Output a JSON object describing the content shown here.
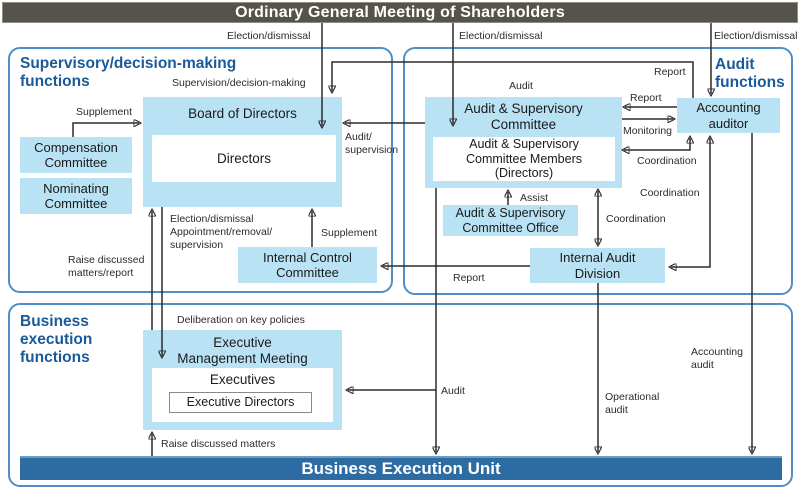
{
  "header": {
    "title": "Ordinary General Meeting of Shareholders"
  },
  "sections": {
    "supervisory": {
      "title": "Supervisory/decision-making\nfunctions"
    },
    "audit": {
      "title": "Audit\nfunctions"
    },
    "business": {
      "title": "Business\nexecution\nfunctions"
    }
  },
  "nodes": {
    "board": "Board of Directors",
    "directors": "Directors",
    "compensation": "Compensation\nCommittee",
    "nominating": "Nominating\nCommittee",
    "internal_control": "Internal Control\nCommittee",
    "asc": "Audit & Supervisory\nCommittee",
    "asc_members": "Audit & Supervisory\nCommittee Members\n(Directors)",
    "asc_office": "Audit & Supervisory\nCommittee Office",
    "internal_audit": "Internal Audit\nDivision",
    "accounting_auditor": "Accounting\nauditor",
    "emm": "Executive\nManagement Meeting",
    "executives": "Executives",
    "executive_directors": "Executive Directors",
    "beu": "Business Execution Unit"
  },
  "labels": {
    "election_dismissal_board": "Election/dismissal",
    "election_dismissal_asc": "Election/dismissal",
    "election_dismissal_auditor": "Election/dismissal",
    "supervision_decision_making": "Supervision/decision-making",
    "supplement_compensation": "Supplement",
    "audit_supervision": "Audit/\nsupervision",
    "election_appointment": "Election/dismissal\nAppointment/removal/\nsupervision",
    "supplement_icc": "Supplement",
    "raise_matters_report": "Raise discussed\nmatters/report",
    "audit_asc": "Audit",
    "report_auditor_board": "Report",
    "report_auditor_asc": "Report",
    "monitoring": "Monitoring",
    "coordination_auditor_asc": "Coordination",
    "coordination_auditor_iad": "Coordination",
    "coordination_asc_iad": "Coordination",
    "assist": "Assist",
    "report_iad_icc": "Report",
    "deliberation": "Deliberation on key policies",
    "raise_matters": "Raise discussed matters",
    "audit_exec": "Audit",
    "operational_audit": "Operational\naudit",
    "accounting_audit": "Accounting\naudit"
  },
  "colors": {
    "top_bar": "#56544a",
    "node_fill": "#b9e3f4",
    "section_border": "#4e8fc5",
    "section_title_text": "#1a5a9a",
    "beu_bar": "#2d6ba3",
    "line": "#2b2b2b"
  }
}
